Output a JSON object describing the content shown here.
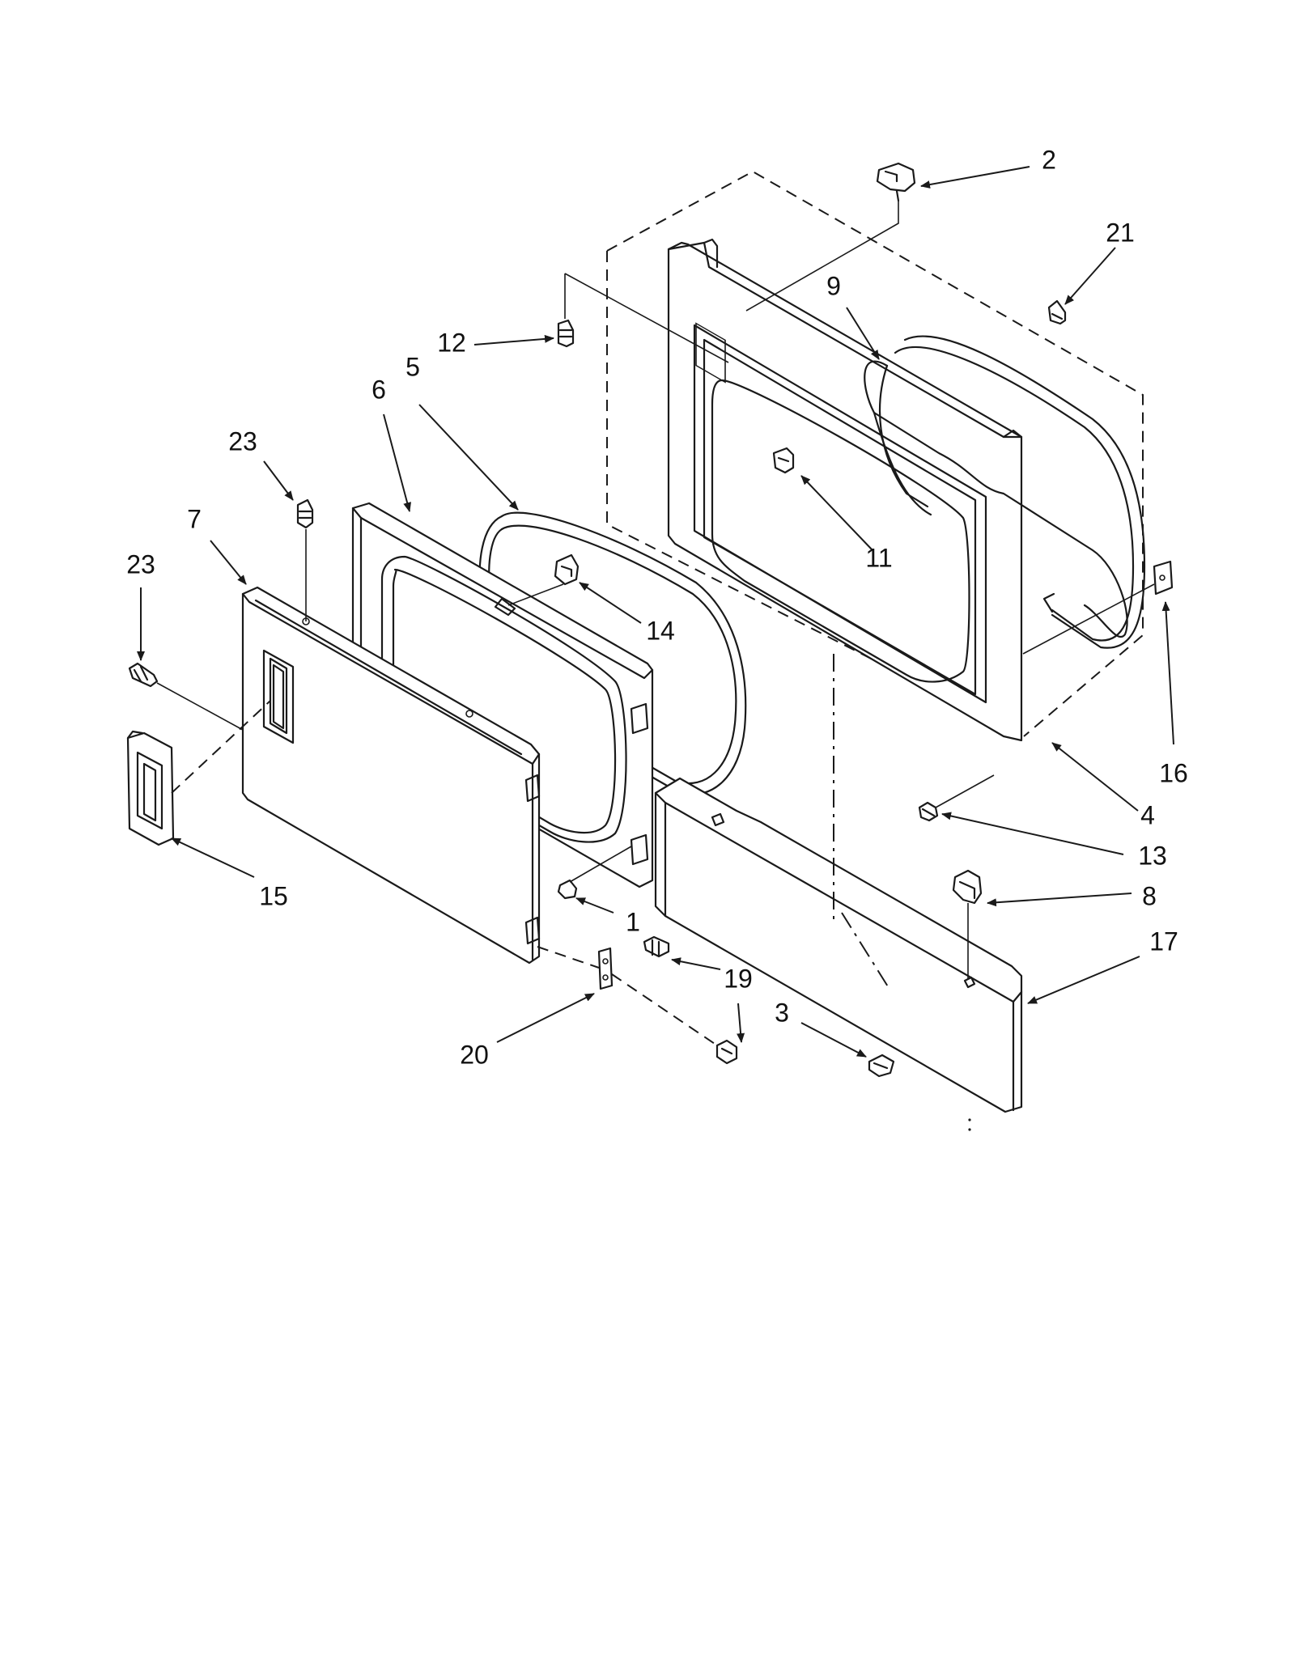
{
  "diagram": {
    "parts": [
      {
        "id": "p2",
        "number": "2"
      },
      {
        "id": "p21",
        "number": "21"
      },
      {
        "id": "p9",
        "number": "9"
      },
      {
        "id": "p12",
        "number": "12"
      },
      {
        "id": "p5",
        "number": "5"
      },
      {
        "id": "p6",
        "number": "6"
      },
      {
        "id": "p23a",
        "number": "23"
      },
      {
        "id": "p7",
        "number": "7"
      },
      {
        "id": "p11",
        "number": "11"
      },
      {
        "id": "p23b",
        "number": "23"
      },
      {
        "id": "p14",
        "number": "14"
      },
      {
        "id": "p16",
        "number": "16"
      },
      {
        "id": "p4",
        "number": "4"
      },
      {
        "id": "p13",
        "number": "13"
      },
      {
        "id": "p15",
        "number": "15"
      },
      {
        "id": "p1",
        "number": "1"
      },
      {
        "id": "p8",
        "number": "8"
      },
      {
        "id": "p17",
        "number": "17"
      },
      {
        "id": "p19",
        "number": "19"
      },
      {
        "id": "p3",
        "number": "3"
      },
      {
        "id": "p20",
        "number": "20"
      }
    ]
  }
}
